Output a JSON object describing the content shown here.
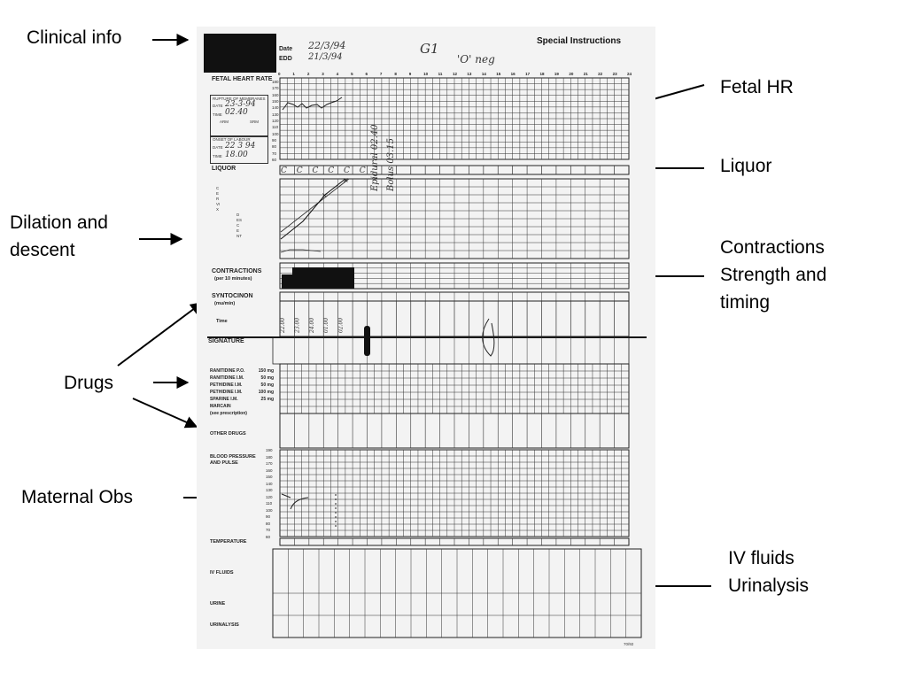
{
  "callouts": {
    "clinical_info": "Clinical info",
    "fetal_hr": "Fetal HR",
    "liquor": "Liquor",
    "dilation_line1": "Dilation and",
    "dilation_line2": "descent",
    "contractions_line1": "Contractions",
    "contractions_line2": "Strength and",
    "contractions_line3": "timing",
    "drugs": "Drugs",
    "maternal_obs": "Maternal Obs",
    "iv_line1": "IV fluids",
    "iv_line2": "Urinalysis"
  },
  "chart": {
    "special_instructions": "Special Instructions",
    "date_label": "Date",
    "edd_label": "EDD",
    "date_value": "22/3/94",
    "edd_value": "21/3/94",
    "gravida": "G1",
    "blood_group": "'O' neg",
    "sections": {
      "fetal_heart_rate": "FETAL HEART RATE",
      "liquor": "LIQUOR",
      "contractions": "CONTRACTIONS",
      "contractions_sub": "(per 10 minutes)",
      "syntocinon": "SYNTOCINON",
      "syntocinon_sub": "(mu/min)",
      "time": "Time",
      "signature": "SIGNATURE",
      "other_drugs": "OTHER DRUGS",
      "bp_pulse_line1": "BLOOD PRESSURE",
      "bp_pulse_line2": "AND PULSE",
      "temperature": "TEMPERATURE",
      "iv_fluids": "IV FLUIDS",
      "urine": "URINE",
      "urinalysis": "URINALYSIS"
    },
    "rupture_box": {
      "title": "RUPTURE OF MEMBRANES",
      "date_label": "DATE",
      "date_value": "23-3-94",
      "time_label": "TIME",
      "time_value": "02.40",
      "arm": "ARM",
      "srm": "SRM"
    },
    "onset_box": {
      "title": "ONSET OF LABOUR",
      "date_label": "DATE",
      "date_value": "22 3 94",
      "time_label": "TIME",
      "time_value": "18.00"
    },
    "cervix_label": "CERVIX",
    "descent_label": "DESCENT",
    "drugs": [
      {
        "name": "RANITIDINE P.O.",
        "dose": "150 mg"
      },
      {
        "name": "RANITIDINE I.M.",
        "dose": "50 mg"
      },
      {
        "name": "PETHIDINE I.M.",
        "dose": "50 mg"
      },
      {
        "name": "PETHIDINE I.M.",
        "dose": "100 mg"
      },
      {
        "name": "SPARINE I.M.",
        "dose": "25 mg"
      },
      {
        "name": "MARCAIN",
        "dose": ""
      },
      {
        "name": "(see prescription)",
        "dose": ""
      }
    ],
    "fhr_scale": [
      "180",
      "170",
      "160",
      "150",
      "140",
      "130",
      "120",
      "110",
      "100",
      "90",
      "80",
      "70",
      "60"
    ],
    "bp_scale": [
      "190",
      "180",
      "170",
      "160",
      "150",
      "140",
      "130",
      "120",
      "110",
      "100",
      "90",
      "80",
      "70",
      "60"
    ],
    "hour_ticks": [
      "0",
      "1",
      "2",
      "3",
      "4",
      "5",
      "6",
      "7",
      "8",
      "9",
      "10",
      "11",
      "12",
      "13",
      "14",
      "15",
      "16",
      "17",
      "18",
      "19",
      "20",
      "21",
      "22",
      "23",
      "24"
    ],
    "handwritten_times": [
      "22.00",
      "23.00",
      "24.00",
      "01.00",
      "02.00"
    ],
    "liquor_notes": "C C C C C C",
    "annotation_1": "Epidural 02.40",
    "annotation_2": "Bolus 03.15",
    "form_code": "70/92"
  }
}
